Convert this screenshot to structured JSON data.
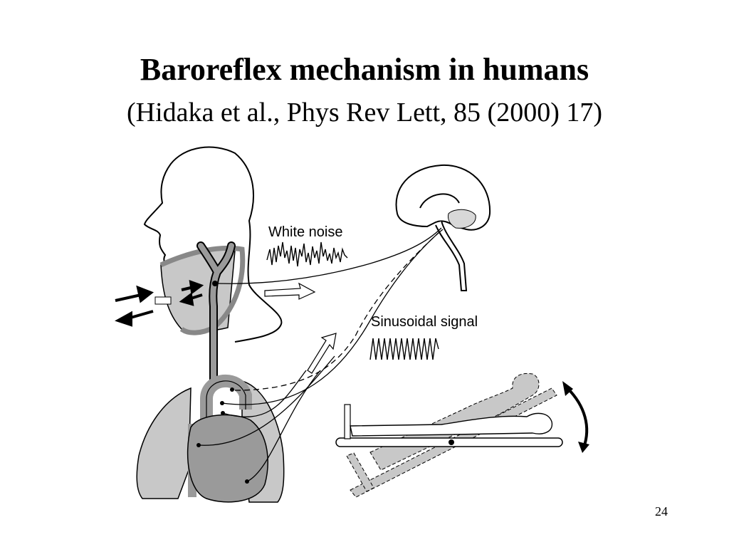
{
  "slide": {
    "title": "Baroreflex mechanism in humans",
    "subtitle": "(Hidaka et al., Phys Rev Lett, 85 (2000) 17)",
    "page_number": "24"
  },
  "figure": {
    "label_white_noise": "White noise",
    "label_sinusoidal": "Sinusoidal signal"
  },
  "colors": {
    "light_gray": "#c8c8c8",
    "mid_gray": "#9a9a9a",
    "line": "#000000"
  }
}
